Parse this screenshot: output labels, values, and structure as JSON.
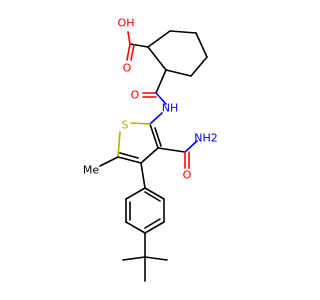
{
  "colors": {
    "carbon": "#000000",
    "oxygen": "#ff0000",
    "nitrogen": "#0000ff",
    "sulfur": "#b2b200"
  },
  "labels": {
    "hydroxyl": "OH",
    "acid_carbonyl_o": "O",
    "amide_carbonyl_o": "O",
    "amide_nh": "NH",
    "thiophene_s": "S",
    "carboxamide_o": "O",
    "carboxamide_nh2": "NH2",
    "methyl": "Me"
  }
}
